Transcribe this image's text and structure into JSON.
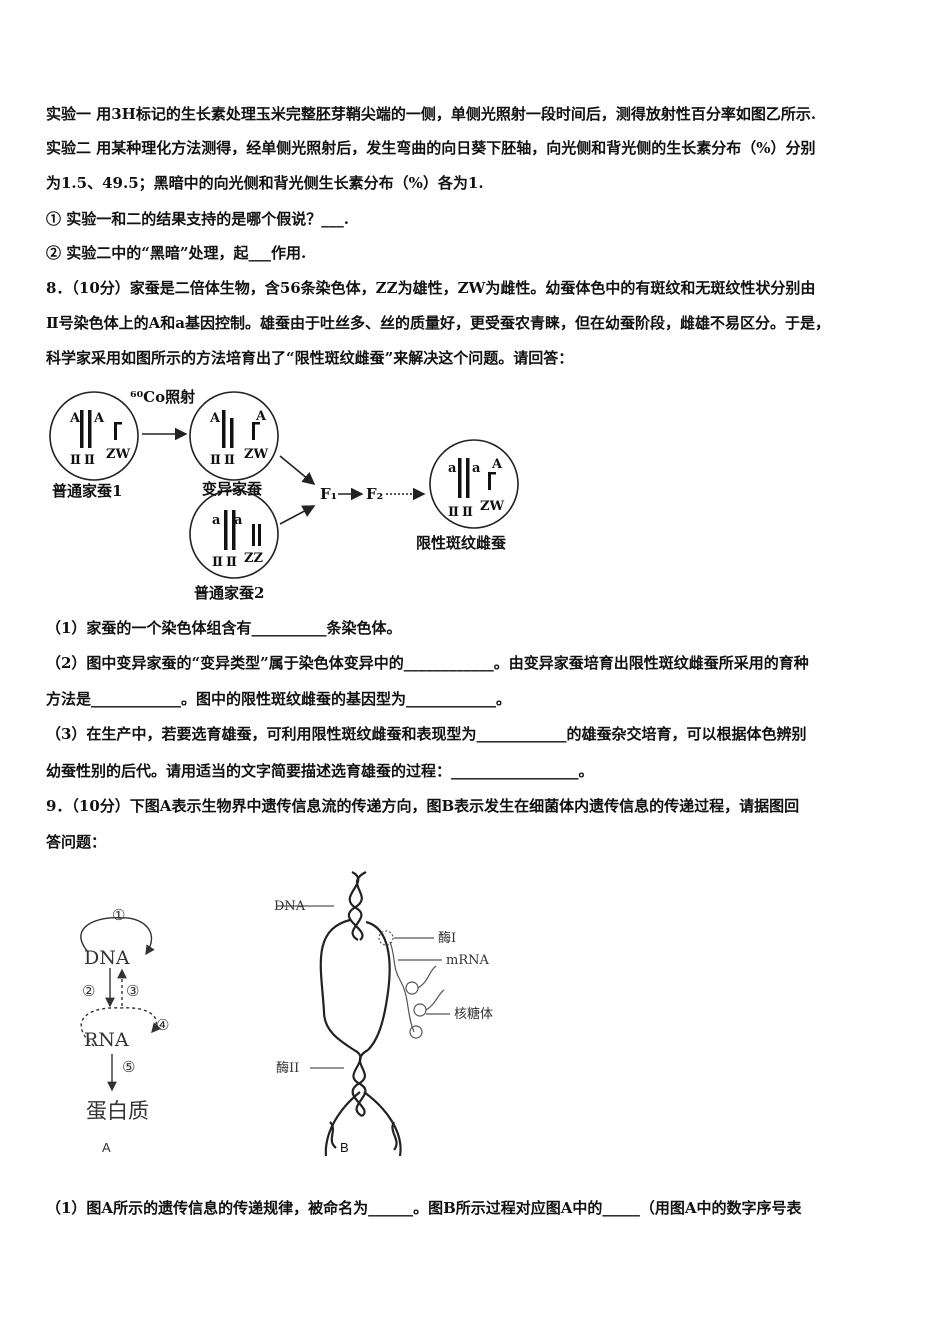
{
  "lines": [
    "实验一 用3H标记的生长素处理玉米完整胚芽鞘尖端的一侧，单侧光照射一段时间后，测得放射性百分率如图乙所示.",
    "实验二 用某种理化方法测得，经单侧光照射后，发生弯曲的向日葵下胚轴，向光侧和背光侧的生长素分布（%）分别",
    "为1.5、49.5；黑暗中的向光侧和背光侧生长素分布（%）各为1.",
    "① 实验一和二的结果支持的是哪个假说？___.",
    "② 实验二中的“黑暗”处理，起___作用.",
    "8．（10分）家蚕是二倍体生物，含56条染色体，ZZ为雄性，ZW为雌性。幼蚕体色中的有斑纹和无斑纹性状分别由",
    "Ⅱ号染色体上的A和a基因控制。雄蚕由于吐丝多、丝的质量好，更受蚕农青睐，但在幼蚕阶段，雌雄不易区分。于是，",
    "科学家采用如图所示的方法培育出了“限性斑纹雌蚕”来解决这个问题。请回答：",
    "（1）家蚕的一个染色体组含有__________条染色体。",
    "（2）图中变异家蚕的“变异类型”属于染色体变异中的____________。由变异家蚕培育出限性斑纹雌蚕所采用的育种",
    "方法是____________。图中的限性斑纹雌蚕的基因型为____________。",
    "（3）在生产中，若要选育雄蚕，可利用限性斑纹雌蚕和表现型为____________的雄蚕杂交培育，可以根据体色辨别",
    "幼蚕性别的后代。请用适当的文字简要描述选育雄蚕的过程：_________________。",
    "9．（10分）下图A表示生物界中遗传信息流的传递方向，图B表示发生在细菌体内遗传信息的传递过程，请据图回",
    "答问题：",
    "（1）图A所示的遗传信息的传递规律，被命名为______。图B所示过程对应图A中的_____（用图A中的数字序号表"
  ],
  "fig1": {
    "label_normal1": "普通家蚕1",
    "label_mutant": "变异家蚕",
    "label_normal2": "普通家蚕2",
    "label_result": "限性斑纹雌蚕",
    "irradiation": "⁶⁰Co照射",
    "f1": "F₁",
    "f2": "F₂",
    "gene_A": "A",
    "gene_a": "a",
    "roman_II": "Ⅱ",
    "zw": "ZW",
    "zz": "ZZ"
  },
  "fig2": {
    "n1": "①",
    "n2": "②",
    "n3": "③",
    "n4": "④",
    "n5": "⑤",
    "dna": "DNA",
    "rna": "RNA",
    "protein": "蛋白质",
    "caption": "A"
  },
  "fig3": {
    "dna": "DNA",
    "enzyme1": "酶I",
    "mrna": "mRNA",
    "ribosome": "核糖体",
    "enzyme2": "酶II",
    "caption": "B"
  }
}
